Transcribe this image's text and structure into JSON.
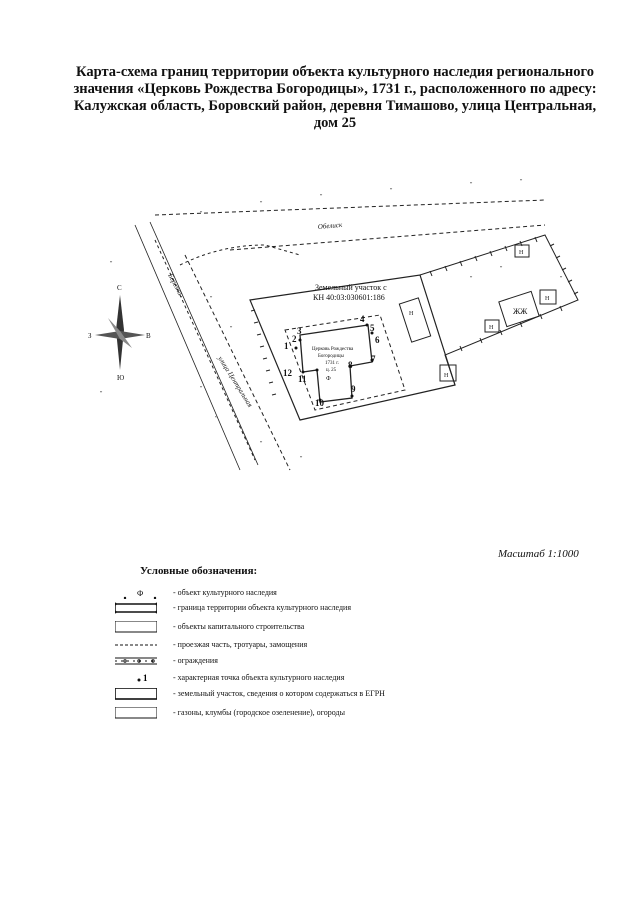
{
  "title": {
    "line1": "Карта-схема границ территории объекта культурного наследия регионального",
    "line2": "значения «Церковь Рождества Богородицы», 1731 г., расположенного по адресу:",
    "line3": "Калужская область, Боровский район, деревня Тимашово, улица Центральная,",
    "line4": "дом 25"
  },
  "map": {
    "street_top": "Обелиск",
    "street_side": "улица Центральная",
    "road_label": "Березки",
    "parcel_label_1": "Земельный участок с",
    "parcel_label_2": "КН 40:03:030601:186",
    "church_label_1": "Церковь Рождества",
    "church_label_2": "Богородицы",
    "church_label_3": "1731 г.",
    "church_label_4": "ц. 25",
    "church_symbol": "Ф",
    "building_n": "Н",
    "building_zh": "ЖЖ",
    "points": [
      "1",
      "2",
      "3",
      "4",
      "5",
      "6",
      "7",
      "8",
      "9",
      "10",
      "11",
      "12"
    ],
    "compass": {
      "n": "С",
      "s": "Ю",
      "w": "З",
      "e": "В"
    }
  },
  "scale": "Масштаб 1:1000",
  "legend": {
    "title": "Условные обозначения:",
    "items": [
      {
        "sym": "Ф",
        "text": "- объект культурного наследия"
      },
      {
        "sym": "",
        "text": "- граница территории объекта культурного наследия"
      },
      {
        "sym": "",
        "text": "- объекты капитального строительства"
      },
      {
        "sym": "",
        "text": "- проезжая часть, тротуары, замощения"
      },
      {
        "sym": "",
        "text": "- ограждения"
      },
      {
        "sym": "1",
        "text": "- характерная точка объекта культурного наследия"
      },
      {
        "sym": "",
        "text": "- земельный участок, сведения о котором содержаться в ЕГРН"
      },
      {
        "sym": "",
        "text": "- газоны, клумбы (городское озеленение), огороды"
      }
    ]
  }
}
